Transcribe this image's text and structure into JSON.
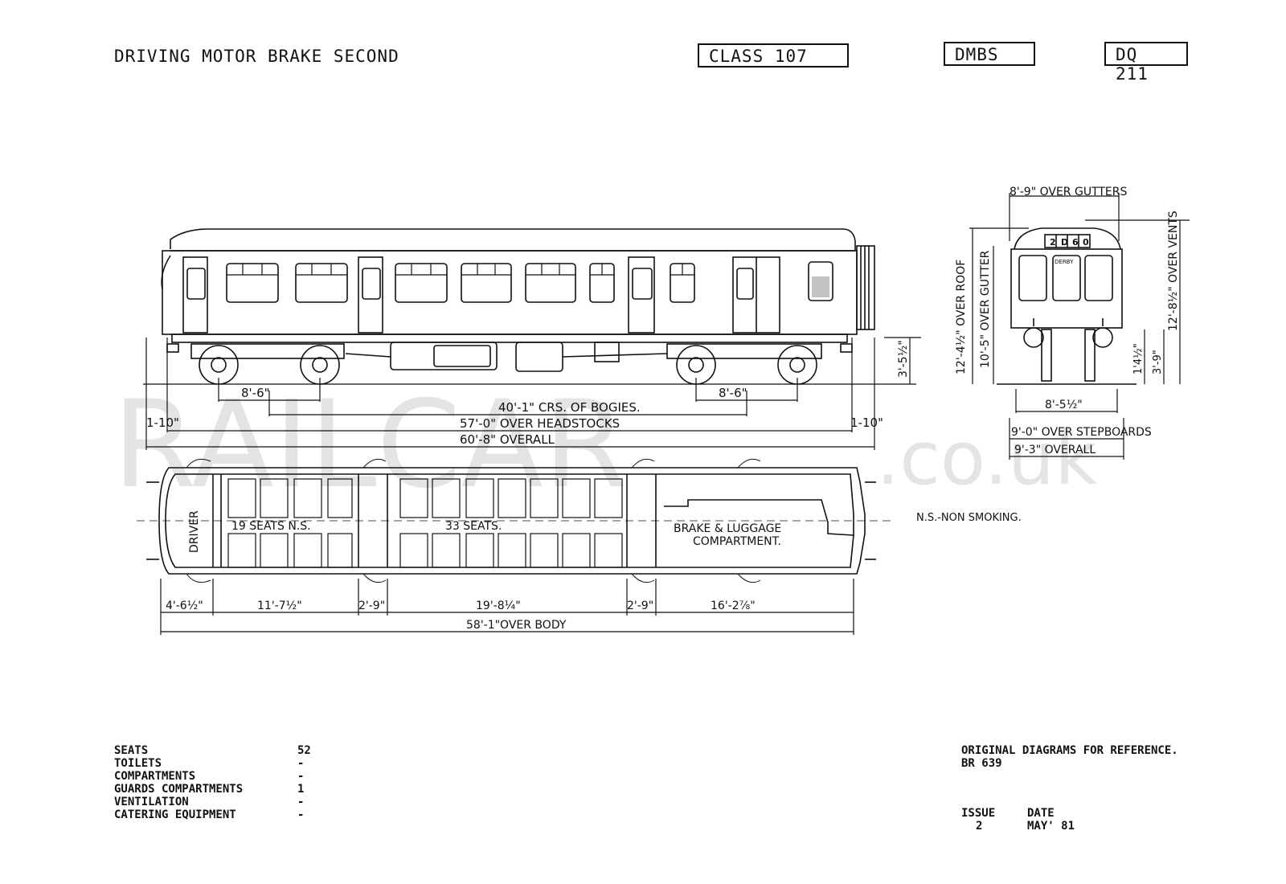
{
  "header": {
    "title": "DRIVING MOTOR BRAKE SECOND",
    "class": "CLASS 107",
    "type": "DMBS",
    "diagram": "DQ 211"
  },
  "watermark": {
    "main": "RAILCAR",
    "suffix": ".co.uk"
  },
  "side_dims": {
    "left_overhang": "1-10\"",
    "right_overhang": "1-10\"",
    "bogie_left": "8'-6\"",
    "bogie_right": "8'-6\"",
    "bogie_centres": "40'-1\" CRS. OF BOGIES.",
    "headstocks": "57'-0\" OVER HEADSTOCKS",
    "overall": "60'-8\" OVERALL",
    "height_buffer": "3'-5½\""
  },
  "end_view": {
    "headcode": [
      "2",
      "D",
      "6",
      "0"
    ],
    "destination": "DERBY",
    "gutters": "8'-9\" OVER GUTTERS",
    "over_roof": "12'-4½\" OVER ROOF",
    "over_gutter": "10'-5\" OVER GUTTER",
    "over_vents": "12'-8½\" OVER VENTS",
    "dim_small_a": "1'4½\"",
    "dim_small_b": "3'-9\"",
    "bogie_width": "8'-5½\"",
    "stepboards": "9'-0\" OVER STEPBOARDS",
    "overall": "9'-3\" OVERALL"
  },
  "plan": {
    "driver": "DRIVER",
    "seats_19": "19 SEATS   N.S.",
    "seats_33": "33 SEATS.",
    "brake_line1": "BRAKE & LUGGAGE",
    "brake_line2": "COMPARTMENT.",
    "dims": [
      "4'-6½\"",
      "11'-7½\"",
      "2'-9\"",
      "19'-8¼\"",
      "2'-9\"",
      "16'-2⅞\""
    ],
    "body": "58'-1\"OVER BODY"
  },
  "legend": {
    "ns": "N.S.-NON SMOKING."
  },
  "specs": [
    {
      "label": "SEATS",
      "value": "52"
    },
    {
      "label": "TOILETS",
      "value": "-"
    },
    {
      "label": "COMPARTMENTS",
      "value": "-"
    },
    {
      "label": "GUARDS COMPARTMENTS",
      "value": "1"
    },
    {
      "label": "VENTILATION",
      "value": "-"
    },
    {
      "label": "CATERING EQUIPMENT",
      "value": "-"
    }
  ],
  "reference": {
    "line1": "ORIGINAL DIAGRAMS FOR REFERENCE.",
    "line2": "BR 639",
    "issue_label": "ISSUE",
    "issue_value": "2",
    "date_label": "DATE",
    "date_value": "MAY' 81"
  }
}
